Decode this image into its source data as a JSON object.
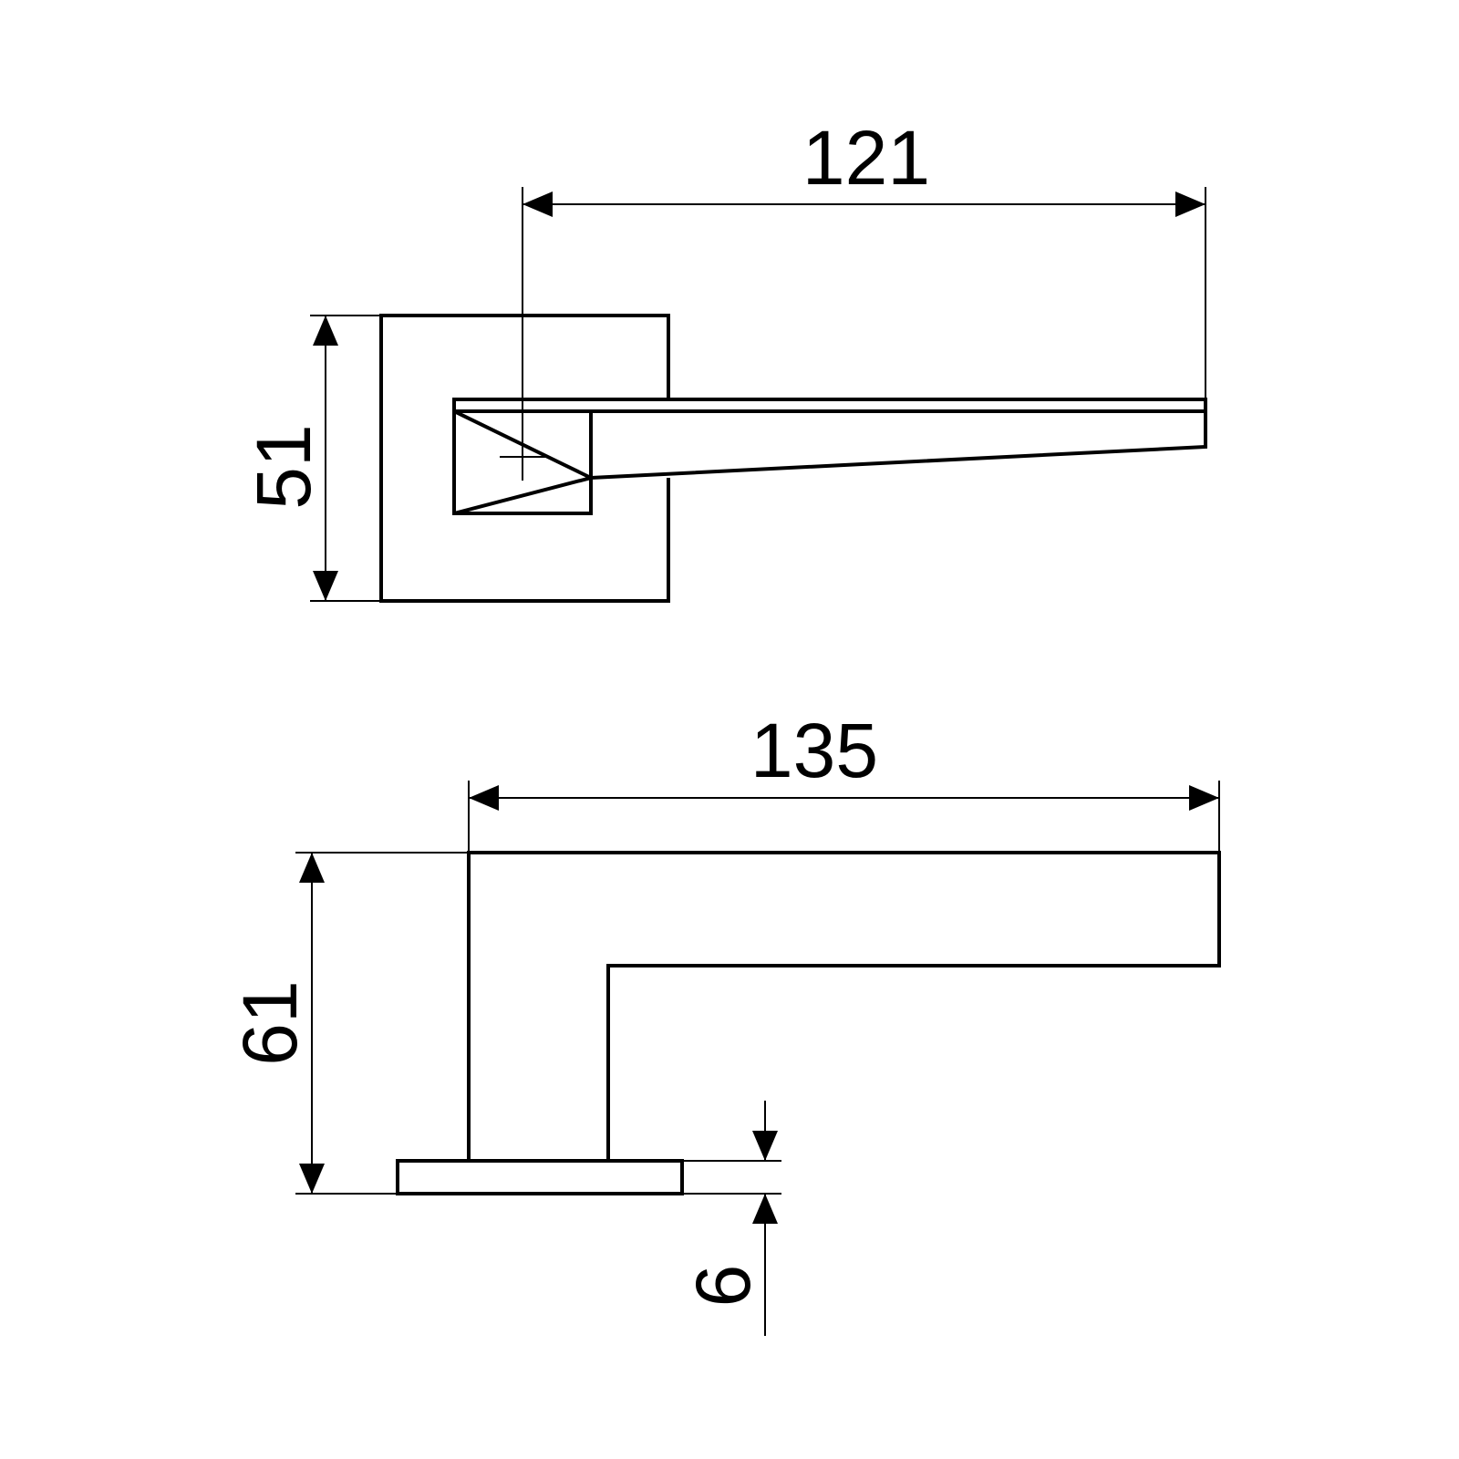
{
  "drawing": {
    "top_view": {
      "width_dimension": "121",
      "height_dimension": "51"
    },
    "side_view": {
      "length_dimension": "135",
      "height_dimension": "61",
      "rose_thickness_dimension": "6"
    },
    "line_color": "#000000"
  }
}
